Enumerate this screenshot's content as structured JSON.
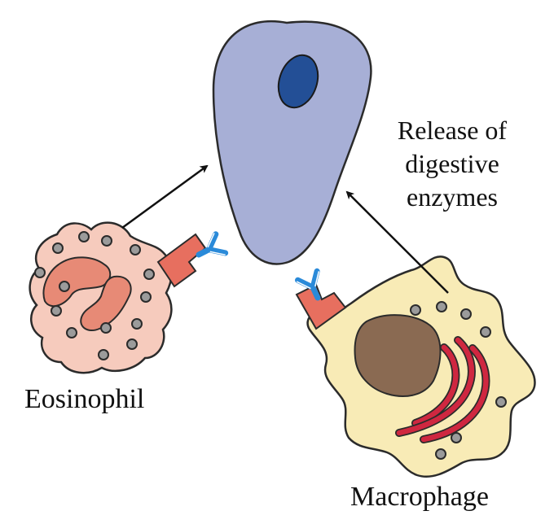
{
  "labels": {
    "eosinophil": "Eosinophil",
    "macrophage": "Macrophage",
    "release_lines": [
      "Release of",
      "digestive",
      "enzymes"
    ]
  },
  "colors": {
    "parasite_body": "#a7afd6",
    "parasite_nucleus": "#234f96",
    "eosinophil_cytoplasm": "#f6cbbd",
    "eosinophil_nucleus": "#e78a76",
    "macrophage_cytoplasm": "#f8ebb6",
    "macrophage_nucleus": "#8a6a52",
    "endoplasmic_reticulum": "#cf2740",
    "receptor": "#e76f5f",
    "antibody": "#2a8ad9",
    "granule": "#9b9b9b",
    "outline": "#2b2b2b"
  },
  "icons": [
    "parasite-cell",
    "eosinophil-cell",
    "macrophage-cell",
    "antibody-icon",
    "fc-receptor-icon",
    "arrow-icon"
  ]
}
